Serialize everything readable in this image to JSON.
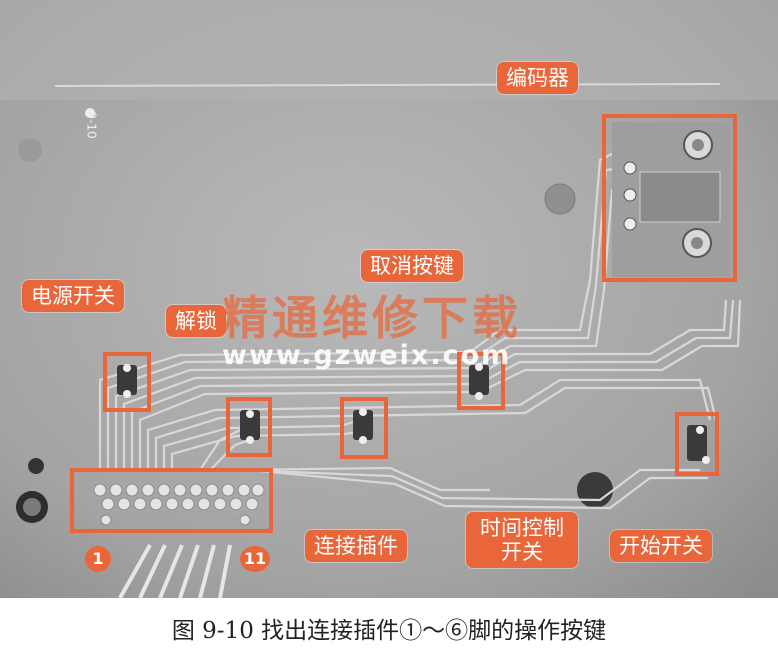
{
  "callouts": {
    "encoder": "编码器",
    "power_switch": "电源开关",
    "unlock": "解锁",
    "cancel_key": "取消按键",
    "connector": "连接插件",
    "timer_switch": "时间控制开关",
    "start_switch": "开始开关"
  },
  "pin_labels": {
    "first": "1",
    "last": "11"
  },
  "board_marking": "9-10",
  "watermark": {
    "cn": "精通维修下载",
    "url": "www.gzweix.com"
  },
  "caption": "图 9-10   找出连接插件①～⑥脚的操作按键",
  "colors": {
    "accent": "#e8663a",
    "board": "#a9a9a9",
    "trace": "#d6d6d6"
  }
}
